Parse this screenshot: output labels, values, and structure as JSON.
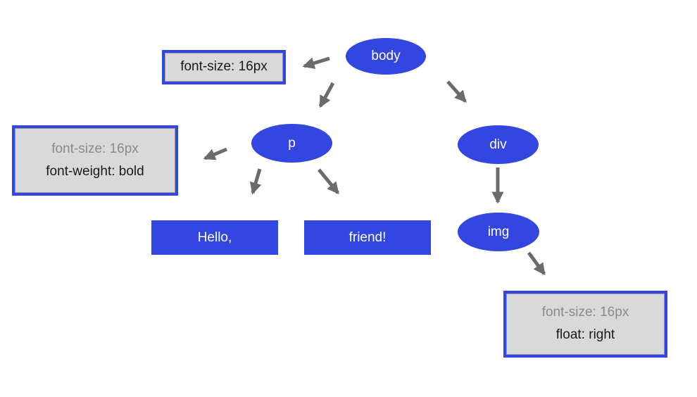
{
  "diagram": {
    "nodes": {
      "body": "body",
      "p": "p",
      "div": "div",
      "img": "img"
    },
    "text_blocks": {
      "hello": "Hello,",
      "friend": "friend!"
    },
    "style_boxes": {
      "body_box": {
        "line1": "font-size: 16px"
      },
      "p_box": {
        "line1": "font-size: 16px",
        "line2": "font-weight: bold"
      },
      "img_box": {
        "line1": "font-size: 16px",
        "line2": "float: right"
      }
    },
    "colors": {
      "node_fill": "#3346e0",
      "box_border": "#3346e0",
      "box_background": "#d9d9d9",
      "box_inner_border": "#9a9a9a",
      "arrow": "#6b6b6b",
      "muted_text": "#8a8a8a",
      "dark_text": "#1a1a1a",
      "light_text": "#ffffff"
    }
  }
}
